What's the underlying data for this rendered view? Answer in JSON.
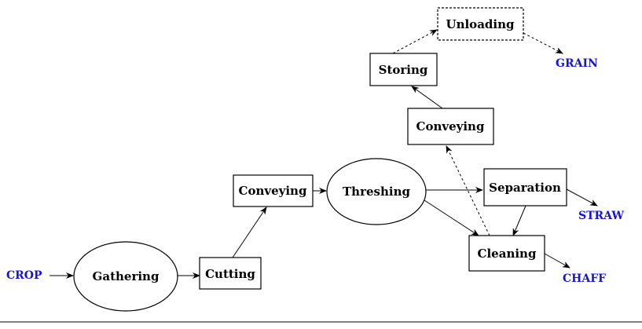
{
  "colors": {
    "io_text": "#1515d6",
    "stroke": "#000000",
    "background": "#ffffff"
  },
  "nodes": {
    "crop": "CROP",
    "gathering": "Gathering",
    "cutting": "Cutting",
    "conveying_lower": "Conveying",
    "threshing": "Threshing",
    "separation": "Separation",
    "cleaning": "Cleaning",
    "conveying_upper": "Conveying",
    "storing": "Storing",
    "unloading": "Unloading",
    "straw": "STRAW",
    "chaff": "CHAFF",
    "grain": "GRAIN"
  }
}
